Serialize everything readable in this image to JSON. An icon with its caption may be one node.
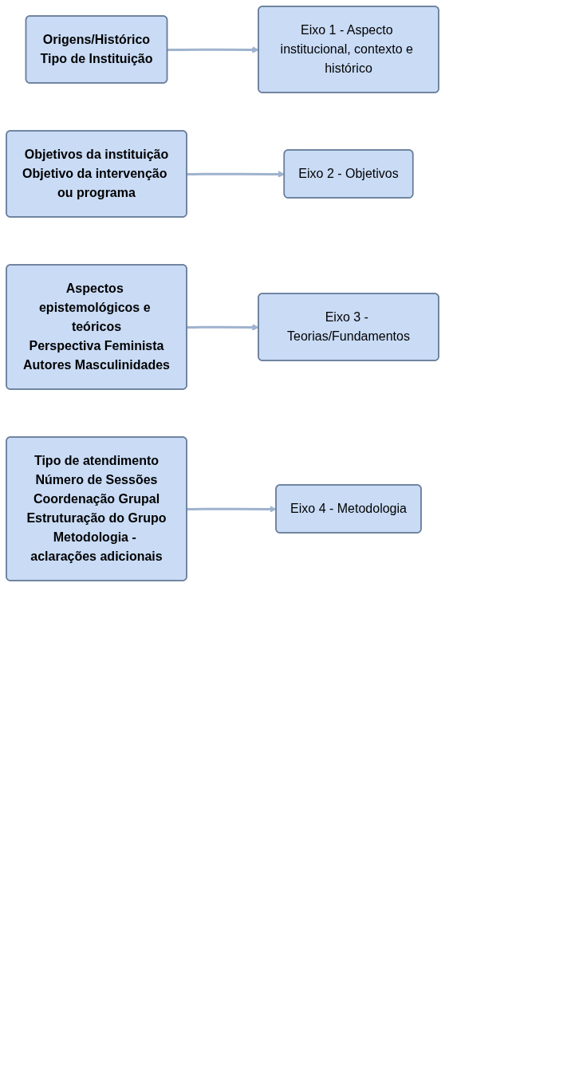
{
  "diagram": {
    "nodes": [
      {
        "text": [
          "Origens/Histórico",
          "Tipo de Instituição"
        ]
      },
      {
        "text": [
          "Eixo 1 - Aspecto institucional, contexto e histórico"
        ]
      },
      {
        "text": [
          "Objetivos da instituição",
          "Objetivo da intervenção ou programa"
        ]
      },
      {
        "text": [
          "Eixo 2 - Objetivos"
        ]
      },
      {
        "text": [
          "Aspectos epistemológicos e teóricos",
          "Perspectiva Feminista",
          "Autores Masculinidades"
        ]
      },
      {
        "text": [
          "Eixo 3 - Teorias/Fundamentos"
        ]
      },
      {
        "text": [
          "Tipo de atendimento",
          "Número de Sessões",
          "Coordenação Grupal",
          "Estruturação do Grupo",
          "Metodologia - aclarações adicionais"
        ]
      },
      {
        "text": [
          "Eixo 4 - Metodologia"
        ]
      }
    ],
    "edges": [
      {
        "from": 0,
        "to": 1,
        "arrow": "to"
      },
      {
        "from": 2,
        "to": 3,
        "arrow": "to"
      },
      {
        "from": 4,
        "to": 5,
        "arrow": "to"
      },
      {
        "from": 6,
        "to": 7,
        "arrow": "to"
      }
    ]
  }
}
